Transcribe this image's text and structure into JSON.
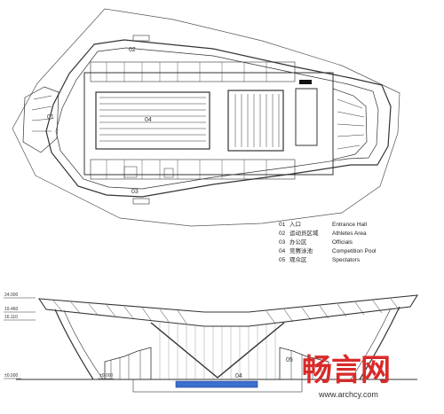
{
  "plan": {
    "labels": {
      "entrance": "01",
      "athletes": "02",
      "officials": "03",
      "pool": "04"
    },
    "colors": {
      "line": "#333333",
      "pool_fill": "#ffffff",
      "dark": "#111111"
    }
  },
  "legend": {
    "items": [
      {
        "num": "01",
        "zh": "入口",
        "en": "Entrance Hall"
      },
      {
        "num": "02",
        "zh": "运动员区域",
        "en": "Athletes Area"
      },
      {
        "num": "03",
        "zh": "办公区",
        "en": "Officials"
      },
      {
        "num": "04",
        "zh": "竞赛泳池",
        "en": "Competition Pool"
      },
      {
        "num": "05",
        "zh": "观众区",
        "en": "Spectators"
      }
    ]
  },
  "section": {
    "levels": {
      "top": "24.000",
      "mid1": "19.460",
      "mid2": "16.110",
      "ground_left": "±0.000",
      "ground_mid": "±0.000"
    },
    "labels": {
      "pool": "04",
      "spectators": "05"
    },
    "colors": {
      "pool": "#3a6fd0"
    }
  },
  "watermark": {
    "logo": "畅言网",
    "url": "www.archcy.com",
    "color": "#d92a2a"
  }
}
